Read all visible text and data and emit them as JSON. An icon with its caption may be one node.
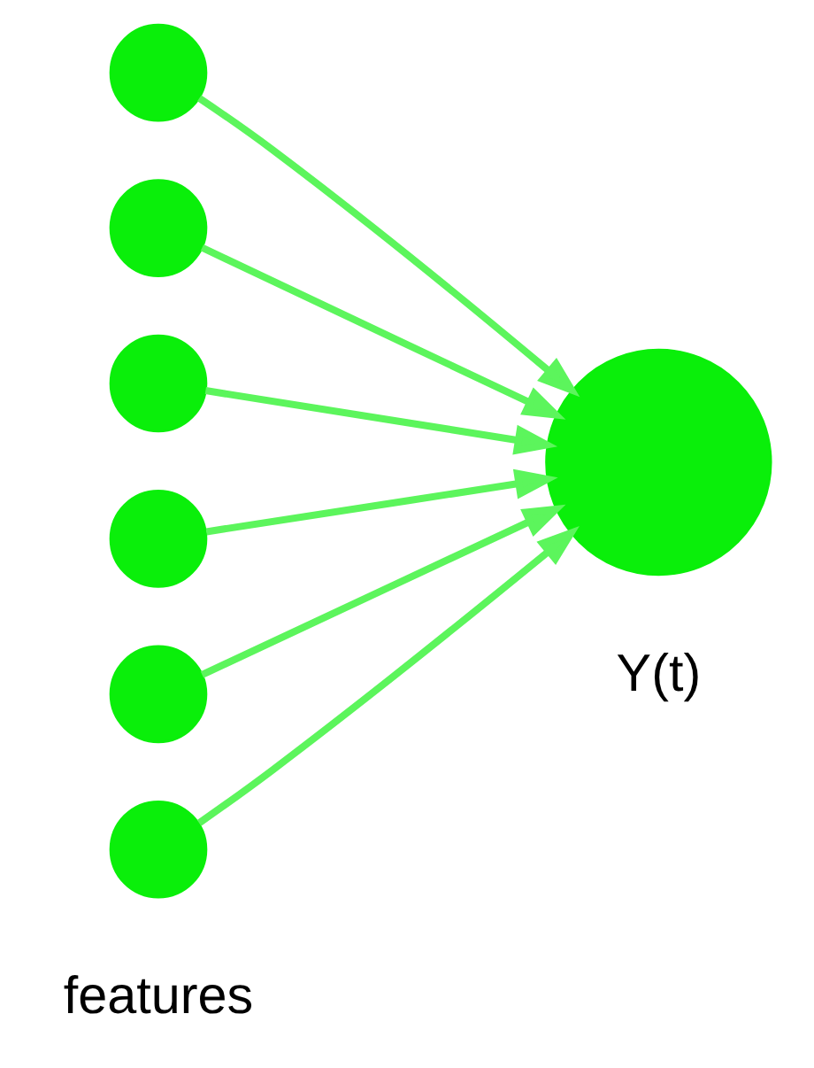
{
  "diagram": {
    "nodes": [
      {
        "text": [],
        "shape": "circle"
      },
      {
        "text": [],
        "shape": "circle"
      },
      {
        "text": [],
        "shape": "circle"
      },
      {
        "text": [],
        "shape": "circle"
      },
      {
        "text": [],
        "shape": "circle"
      },
      {
        "text": [],
        "shape": "circle"
      },
      {
        "text": [],
        "shape": "circle",
        "beside": [
          "Y(t)"
        ]
      }
    ],
    "edges": [
      {
        "from": 0,
        "to": 6,
        "arrow": "to"
      },
      {
        "from": 1,
        "to": 6,
        "arrow": "to"
      },
      {
        "from": 2,
        "to": 6,
        "arrow": "to"
      },
      {
        "from": 3,
        "to": 6,
        "arrow": "to"
      },
      {
        "from": 4,
        "to": 6,
        "arrow": "to"
      },
      {
        "from": 5,
        "to": 6,
        "arrow": "to"
      }
    ],
    "labels": [
      "features"
    ]
  }
}
